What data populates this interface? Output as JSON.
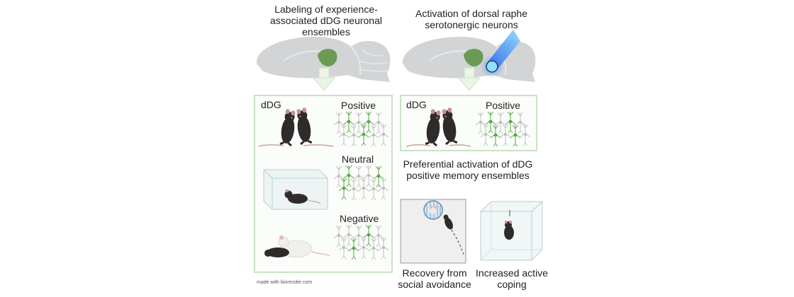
{
  "titles": {
    "left": "Labeling of experience-associated dDG neuronal ensembles",
    "right": "Activation of dorsal raphe serotonergic neurons"
  },
  "left_panel": {
    "region_label": "dDG",
    "positive": "Positive",
    "neutral": "Neutral",
    "negative": "Negative"
  },
  "right_panel": {
    "region_label": "dDG",
    "positive": "Positive"
  },
  "result_text": "Preferential activation of dDG positive memory ensembles",
  "outcomes": {
    "left": "Recovery from social avoidance",
    "right": "Increased active coping"
  },
  "watermark": "made with biorender.com",
  "colors": {
    "brain": "#d2d4d6",
    "dentate_gyrus": "#6a9a56",
    "panel_border": "#c9e3c3",
    "light_beam": "#2c6ff0",
    "neuron_active": "#5aa84a",
    "neuron_inactive": "#bdbdbd",
    "mouse_dark": "#2f2b2b",
    "mouse_white": "#f0efee"
  }
}
